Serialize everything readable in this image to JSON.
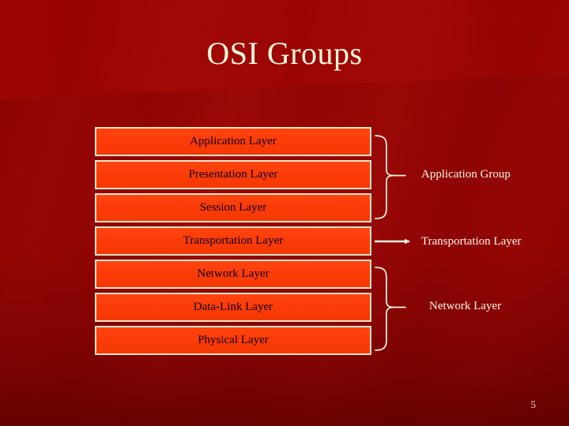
{
  "slide": {
    "title": "OSI Groups",
    "page_number": "5",
    "background_color": "#8E0403",
    "title_color": "#FFF7DC",
    "box_fill_color": "#FC3C08",
    "box_border_color": "#F3E4C8",
    "box_text_color": "#120000",
    "annotation_color": "#FDF6E3"
  },
  "layers": [
    {
      "name": "Application Layer"
    },
    {
      "name": "Presentation Layer"
    },
    {
      "name": "Session Layer"
    },
    {
      "name": "Transportation Layer"
    },
    {
      "name": "Network Layer"
    },
    {
      "name": "Data-Link Layer"
    },
    {
      "name": "Physical Layer"
    }
  ],
  "groups": [
    {
      "label": "Application Group",
      "connector": "brace",
      "covers": [
        "Application Layer",
        "Presentation Layer",
        "Session Layer"
      ]
    },
    {
      "label": "Transportation Layer",
      "connector": "arrow",
      "covers": [
        "Transportation Layer"
      ]
    },
    {
      "label": "Network Layer",
      "connector": "brace",
      "covers": [
        "Network Layer",
        "Data-Link Layer",
        "Physical Layer"
      ]
    }
  ]
}
